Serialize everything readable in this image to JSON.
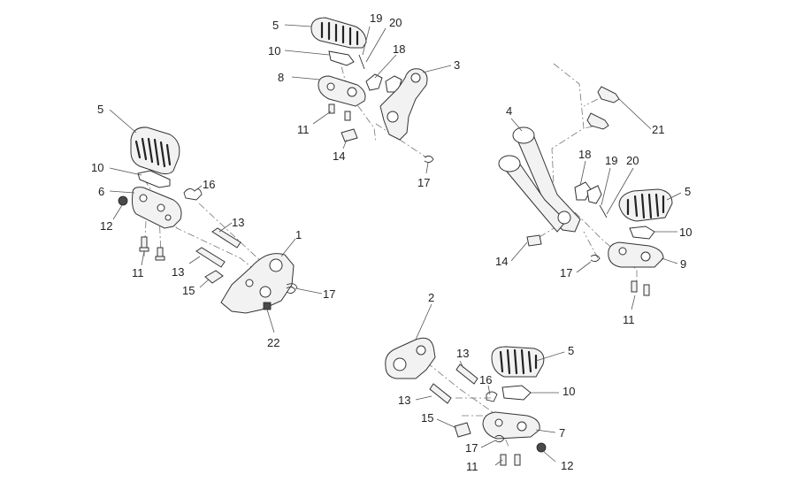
{
  "callouts": {
    "c1": "1",
    "c2": "2",
    "c3": "3",
    "c4": "4",
    "c5a": "5",
    "c5b": "5",
    "c5c": "5",
    "c5d": "5",
    "c6": "6",
    "c7": "7",
    "c8": "8",
    "c9": "9",
    "c10a": "10",
    "c10b": "10",
    "c10c": "10",
    "c10d": "10",
    "c11a": "11",
    "c11b": "11",
    "c11c": "11",
    "c11d": "11",
    "c12a": "12",
    "c12b": "12",
    "c13a": "13",
    "c13b": "13",
    "c13c": "13",
    "c13d": "13",
    "c14a": "14",
    "c14b": "14",
    "c15a": "15",
    "c15b": "15",
    "c16a": "16",
    "c16b": "16",
    "c17a": "17",
    "c17b": "17",
    "c17c": "17",
    "c17d": "17",
    "c18a": "18",
    "c18b": "18",
    "c19a": "19",
    "c19b": "19",
    "c20a": "20",
    "c20b": "20",
    "c21": "21",
    "c22": "22"
  },
  "colors": {
    "line": "#333333",
    "text": "#222222",
    "background": "#ffffff"
  }
}
